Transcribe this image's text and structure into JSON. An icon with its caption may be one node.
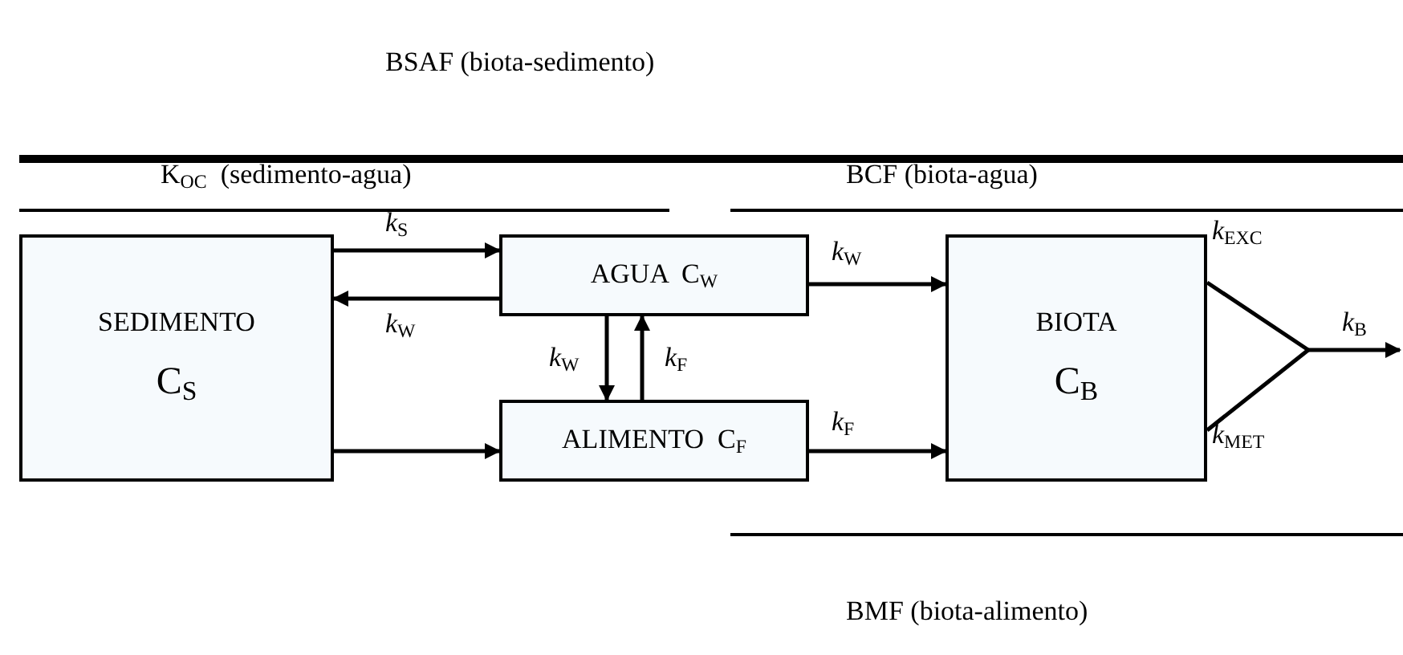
{
  "diagram": {
    "nodes": [
      {
        "text": [
          "SEDIMENTO",
          "C$_{S}$"
        ]
      },
      {
        "text": [
          "AGUA  C$_{W}$"
        ]
      },
      {
        "text": [
          "ALIMENTO  C$_{F}$"
        ]
      },
      {
        "text": [
          "BIOTA",
          "C$_{B}$"
        ]
      }
    ],
    "edges": [
      {
        "from": 0,
        "to": 1,
        "arrow": "to",
        "label": "*k*$_{S}$"
      },
      {
        "from": 1,
        "to": 0,
        "arrow": "to",
        "label": "*k*$_{W}$"
      },
      {
        "from": 0,
        "to": 2,
        "arrow": "to"
      },
      {
        "from": 1,
        "to": 2,
        "arrow": "to",
        "label": "*k*$_{W}$"
      },
      {
        "from": 2,
        "to": 1,
        "arrow": "to",
        "label": "*k*$_{F}$"
      },
      {
        "from": 1,
        "to": 3,
        "arrow": "to",
        "label": "*k*$_{W}$"
      },
      {
        "from": 2,
        "to": 3,
        "arrow": "to",
        "label": "*k*$_{F}$"
      },
      {
        "from": 3,
        "to": null,
        "arrow": "to",
        "label": "*k*$_{EXC}$"
      },
      {
        "from": 3,
        "to": null,
        "arrow": "to",
        "label": "*k*$_{MET}$"
      }
    ],
    "labels": [
      "BSAF (biota-sedimento)",
      "K$_{OC}$  (sedimento-agua)",
      "BCF (biota-agua)",
      "*k*$_{B}$",
      "BMF (biota-alimento)"
    ]
  }
}
